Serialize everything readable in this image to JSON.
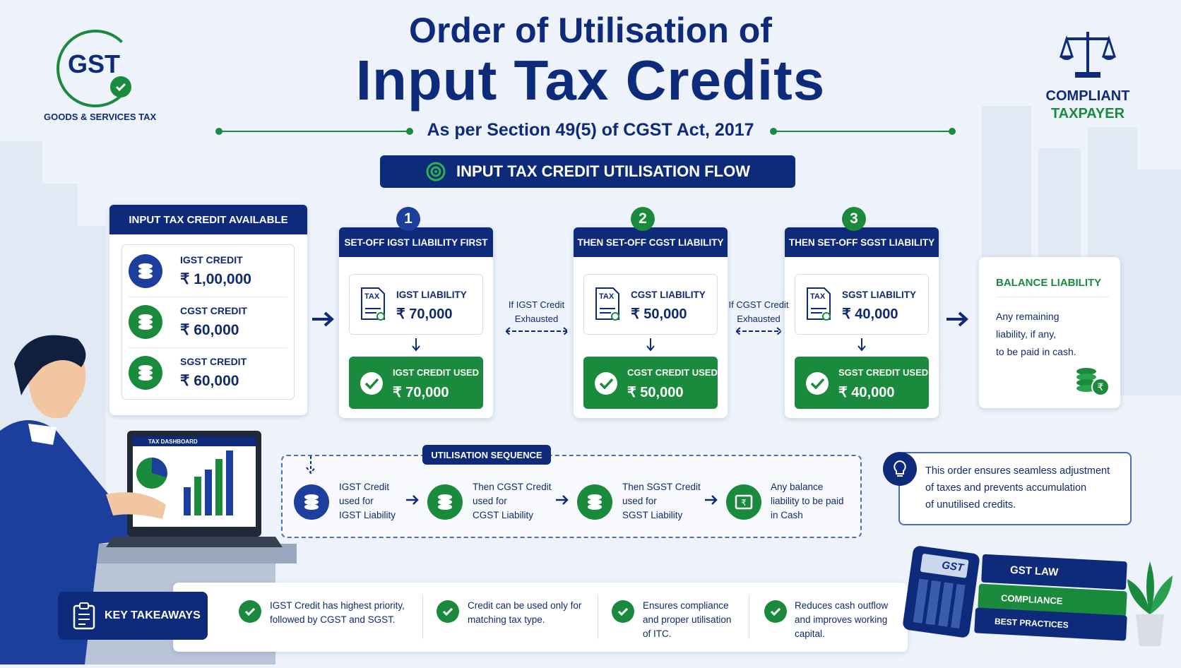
{
  "logo": {
    "text": "GST",
    "subtitle": "GOODS & SERVICES TAX"
  },
  "badge": {
    "line1": "COMPLIANT",
    "line2": "TAXPAYER"
  },
  "title": {
    "line1": "Order of Utilisation of",
    "line2": "Input Tax Credits",
    "subtitle": "As per Section 49(5) of CGST Act, 2017"
  },
  "flow_banner": "INPUT TAX CREDIT UTILISATION FLOW",
  "available": {
    "header": "INPUT TAX CREDIT AVAILABLE",
    "items": [
      {
        "label": "IGST CREDIT",
        "amount": "₹ 1,00,000",
        "color": "#1c3f9e"
      },
      {
        "label": "CGST CREDIT",
        "amount": "₹ 60,000",
        "color": "#1a8a3c"
      },
      {
        "label": "SGST CREDIT",
        "amount": "₹ 60,000",
        "color": "#1a8a3c"
      }
    ]
  },
  "steps": [
    {
      "num": "1",
      "header": "SET-OFF IGST LIABILITY FIRST",
      "liability_label": "IGST LIABILITY",
      "liability_amount": "₹ 70,000",
      "used_label": "IGST CREDIT USED",
      "used_amount": "₹ 70,000",
      "num_color": "#1c3f9e"
    },
    {
      "num": "2",
      "header": "THEN SET-OFF CGST LIABILITY",
      "liability_label": "CGST LIABILITY",
      "liability_amount": "₹ 50,000",
      "used_label": "CGST CREDIT USED",
      "used_amount": "₹ 50,000",
      "num_color": "#1a8a3c"
    },
    {
      "num": "3",
      "header": "THEN SET-OFF SGST LIABILITY",
      "liability_label": "SGST LIABILITY",
      "liability_amount": "₹ 40,000",
      "used_label": "SGST CREDIT USED",
      "used_amount": "₹ 40,000",
      "num_color": "#1a8a3c"
    }
  ],
  "tax_icon_text": "TAX",
  "connectors": [
    {
      "line1": "If IGST Credit",
      "line2": "Exhausted"
    },
    {
      "line1": "If CGST Credit",
      "line2": "Exhausted"
    }
  ],
  "balance": {
    "header": "BALANCE LIABILITY",
    "lines": [
      "Any remaining",
      "liability, if any,",
      "to be paid in cash."
    ]
  },
  "sequence": {
    "header": "UTILISATION SEQUENCE",
    "items": [
      {
        "lines": [
          "IGST Credit",
          "used for",
          "IGST Liability"
        ]
      },
      {
        "lines": [
          "Then CGST Credit",
          "used for",
          "CGST Liability"
        ]
      },
      {
        "lines": [
          "Then SGST Credit",
          "used for",
          "SGST Liability"
        ]
      },
      {
        "lines": [
          "Any balance",
          "liability to be paid",
          "in Cash"
        ]
      }
    ]
  },
  "note": {
    "lines": [
      "This order ensures seamless adjustment",
      "of taxes and prevents accumulation",
      "of unutilised credits."
    ]
  },
  "laptop_label": "TAX DASHBOARD",
  "takeaways": {
    "header": "KEY TAKEAWAYS",
    "items": [
      {
        "lines": [
          "IGST Credit has highest priority,",
          "followed by CGST and SGST."
        ]
      },
      {
        "lines": [
          "Credit can be used only for",
          "matching tax type."
        ]
      },
      {
        "lines": [
          "Ensures compliance",
          "and proper utilisation",
          "of ITC."
        ]
      },
      {
        "lines": [
          "Reduces cash outflow",
          "and improves working",
          "capital."
        ]
      }
    ]
  },
  "calculator_label": "GST",
  "books": [
    "GST LAW",
    "COMPLIANCE",
    "BEST PRACTICES"
  ],
  "colors": {
    "navy": "#0d2b7a",
    "green": "#1a8a3c",
    "background": "#eef3fb"
  }
}
